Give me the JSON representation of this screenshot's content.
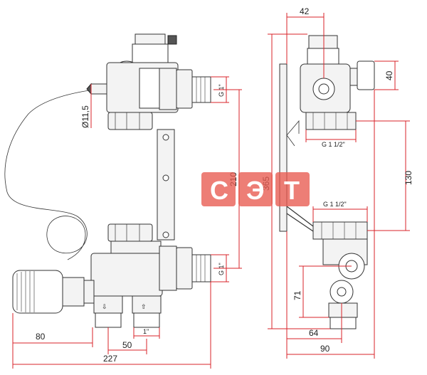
{
  "dimensions": {
    "top_width": "42",
    "side_height": "40",
    "diameter_sensor": "Ø11,5",
    "thread_top": "G 1\"",
    "thread_bottom": "G 1\"",
    "centers_210": "210",
    "overall_365": "365",
    "thread_nut_top": "G 1 1/2\"",
    "thread_nut_bottom": "G 1 1/2\"",
    "nut_spacing": "130",
    "height_71": "71",
    "thread_outlet": "1\"",
    "width_80": "80",
    "spacing_50": "50",
    "overall_227": "227",
    "depth_64": "64",
    "depth_90": "90"
  },
  "watermark": {
    "letters": [
      "С",
      "Э",
      "Т"
    ]
  },
  "colors": {
    "dimension_lines": "#d8232a",
    "watermark": "#e85a4f",
    "outline": "#333333"
  }
}
